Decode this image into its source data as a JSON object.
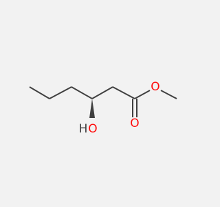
{
  "molecule": {
    "atoms": [
      {
        "id": "C1",
        "element": "C"
      },
      {
        "id": "C2",
        "element": "C"
      },
      {
        "id": "C3",
        "element": "C"
      },
      {
        "id": "C4",
        "element": "C"
      },
      {
        "id": "O1",
        "element": "O",
        "label": "O"
      },
      {
        "id": "H1",
        "element": "H",
        "label": "H"
      },
      {
        "id": "C5",
        "element": "C"
      },
      {
        "id": "C6",
        "element": "C"
      },
      {
        "id": "O2",
        "element": "O",
        "label": "O"
      },
      {
        "id": "O3",
        "element": "O",
        "label": "O"
      },
      {
        "id": "C7",
        "element": "C"
      }
    ],
    "bonds": [
      {
        "from": "C1",
        "to": "C2",
        "order": 1
      },
      {
        "from": "C2",
        "to": "C3",
        "order": 1
      },
      {
        "from": "C3",
        "to": "C4",
        "order": 1
      },
      {
        "from": "C4",
        "to": "O1",
        "order": 1,
        "stereo": "wedge"
      },
      {
        "from": "C4",
        "to": "C5",
        "order": 1
      },
      {
        "from": "C5",
        "to": "C6",
        "order": 1
      },
      {
        "from": "C6",
        "to": "O2",
        "order": 2
      },
      {
        "from": "C6",
        "to": "O3",
        "order": 1
      },
      {
        "from": "O3",
        "to": "C7",
        "order": 1
      }
    ],
    "colors": {
      "bond": "#404040",
      "oxygen": "#ff0d0d",
      "background": "#f2f2f2"
    }
  }
}
